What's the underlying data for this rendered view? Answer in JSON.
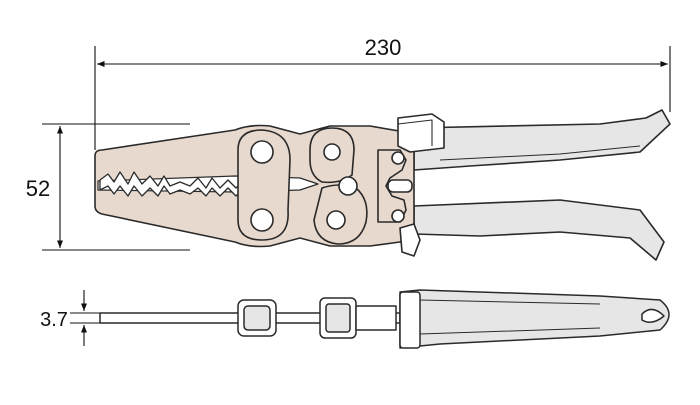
{
  "dimensions": {
    "length": "230",
    "width": "52",
    "thickness": "3.7"
  },
  "colors": {
    "outline": "#2a2a2a",
    "metal": "#e8d9ce",
    "grip": "#e6e6e6",
    "dimension_line": "#111111",
    "background": "#ffffff"
  }
}
